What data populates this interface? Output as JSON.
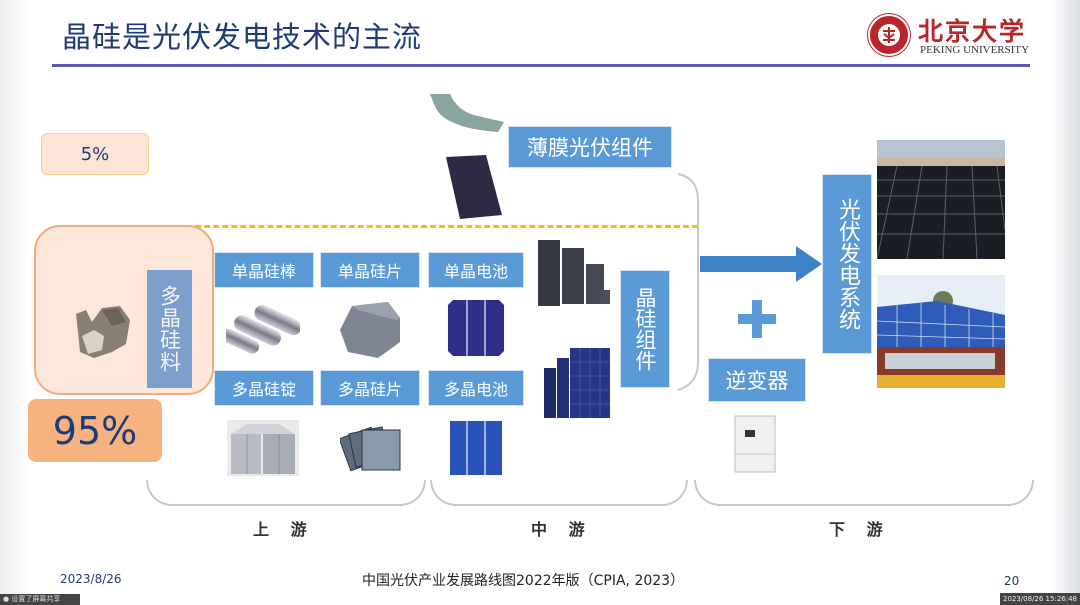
{
  "slide": {
    "title": "晶硅是光伏发电技术的主流",
    "logo": {
      "cn": "北京大学",
      "en": "PEKING UNIVERSITY",
      "icon": "pku-seal-icon"
    },
    "share": {
      "thin_film_percent": "5%",
      "crystalline_percent": "95%"
    },
    "upstream": {
      "raw_material": "多晶硅料",
      "items": [
        {
          "label": "单晶硅棒",
          "image": "mono-silicon-rod"
        },
        {
          "label": "单晶硅片",
          "image": "mono-silicon-wafer"
        },
        {
          "label": "多晶硅锭",
          "image": "poly-silicon-ingot"
        },
        {
          "label": "多晶硅片",
          "image": "poly-silicon-wafer"
        }
      ]
    },
    "midstream": {
      "cells": [
        {
          "label": "单晶电池",
          "image": "mono-cell"
        },
        {
          "label": "多晶电池",
          "image": "poly-cell"
        }
      ],
      "thin_film_module": "薄膜光伏组件",
      "crystalline_module": "晶硅组件"
    },
    "downstream": {
      "inverter": "逆变器",
      "plus": "+",
      "system": "光伏发电系统"
    },
    "stages": {
      "upstream": "上 游",
      "midstream": "中 游",
      "downstream": "下 游"
    },
    "footer": {
      "date": "2023/8/26",
      "source": "中国光伏产业发展路线图2022年版（CPIA, 2023）",
      "page_number": "20",
      "recording_timestamp": "2023/08/26 15:26:48",
      "recording_bar": "设置了屏幕共享"
    },
    "colors": {
      "title": "#1f3a78",
      "label_blue": "#5a9ad6",
      "rule": "#5a5aae",
      "dash": "#fbb813",
      "orange": "#f6b380",
      "pku_red": "#b8252a"
    }
  }
}
